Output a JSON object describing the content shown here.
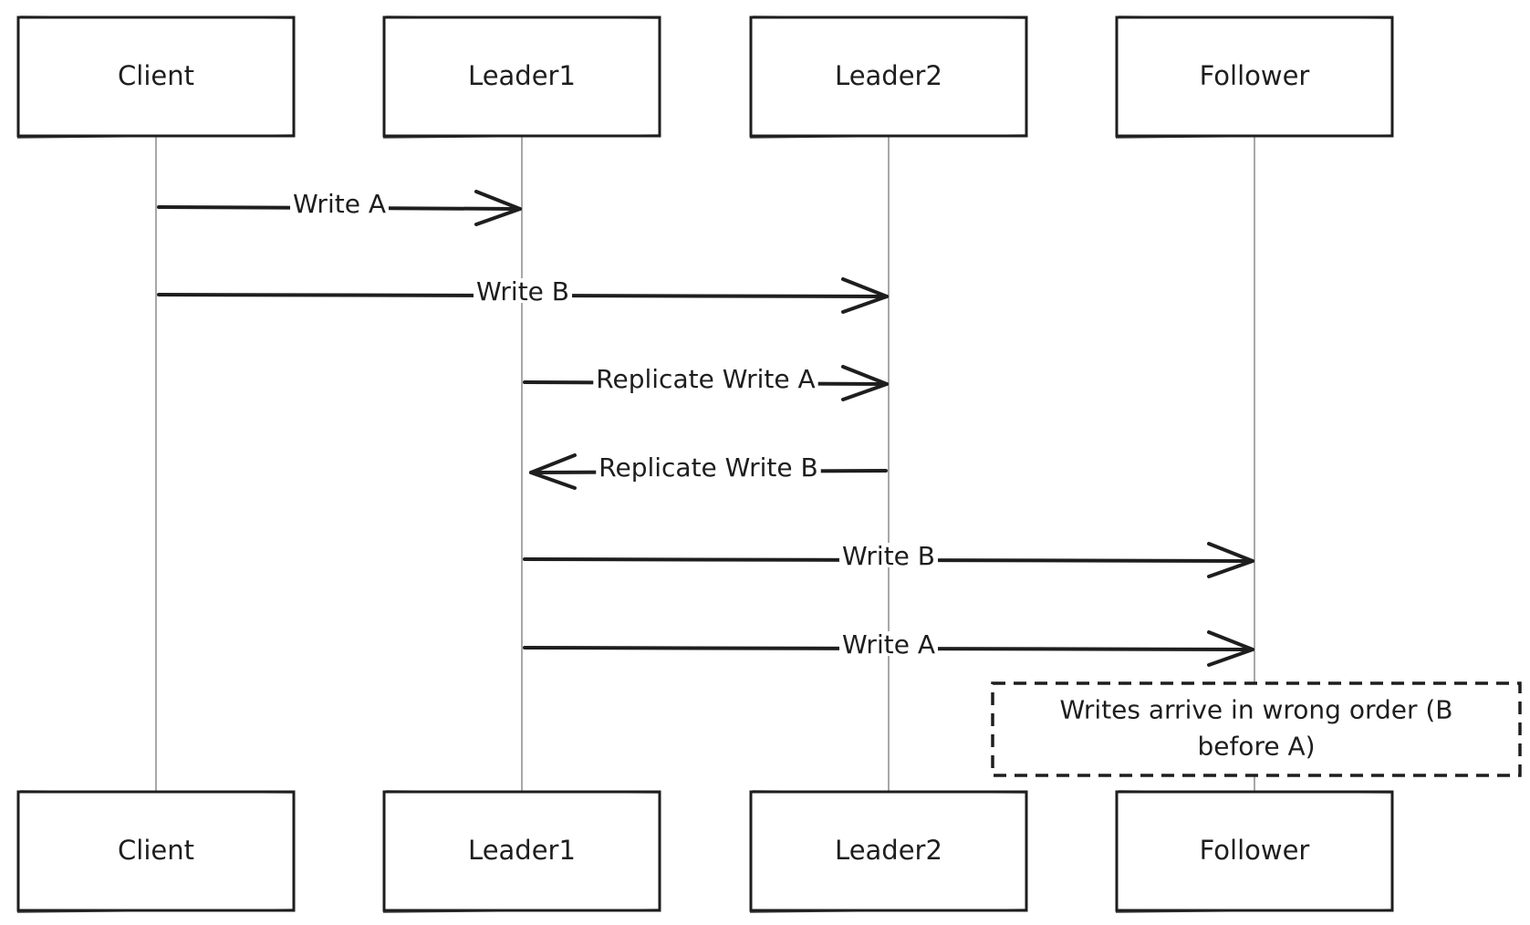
{
  "diagram": {
    "type": "sequence",
    "participants": [
      {
        "id": "client",
        "label": "Client"
      },
      {
        "id": "leader1",
        "label": "Leader1"
      },
      {
        "id": "leader2",
        "label": "Leader2"
      },
      {
        "id": "follower",
        "label": "Follower"
      }
    ],
    "messages": [
      {
        "from": "client",
        "to": "leader1",
        "label": "Write A"
      },
      {
        "from": "client",
        "to": "leader2",
        "label": "Write B"
      },
      {
        "from": "leader1",
        "to": "leader2",
        "label": "Replicate Write A"
      },
      {
        "from": "leader2",
        "to": "leader1",
        "label": "Replicate Write B"
      },
      {
        "from": "leader1",
        "to": "follower",
        "label": "Write B"
      },
      {
        "from": "leader1",
        "to": "follower",
        "label": "Write A"
      }
    ],
    "note": {
      "over": "follower",
      "lines": [
        "Writes arrive in wrong order (B",
        "before A)"
      ]
    }
  }
}
